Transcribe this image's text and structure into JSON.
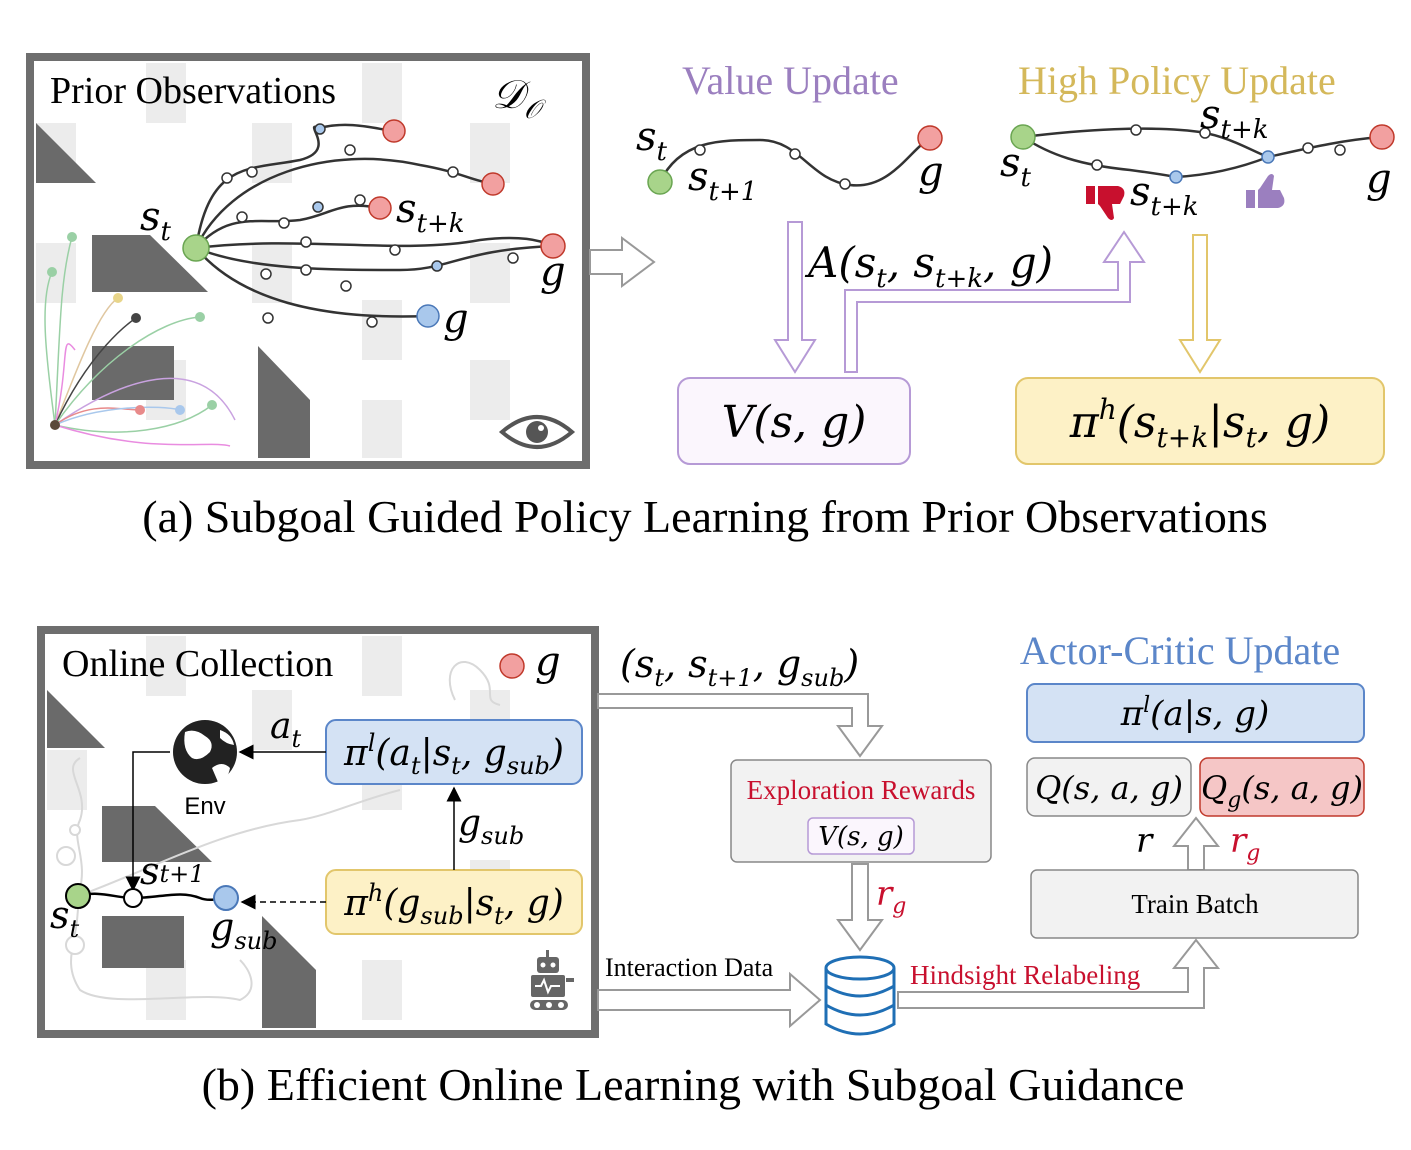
{
  "panel_a": {
    "map_title": "Prior Observations",
    "dataset_label": "𝒟",
    "dataset_sub": "𝒪",
    "eye_icon": "eye-icon",
    "st": "s",
    "st_sub": "t",
    "stk": "s",
    "stk_sub": "t+k",
    "g1": "g",
    "g2": "g",
    "value_title": "Value Update",
    "value_st": "s",
    "value_st_sub": "t",
    "value_st1": "s",
    "value_st1_sub": "t+1",
    "value_g": "g",
    "high_title": "High Policy Update",
    "high_st": "s",
    "high_st_sub": "t",
    "high_stk_top": "s",
    "high_stk_top_sub": "t+k",
    "high_stk_bot": "s",
    "high_stk_bot_sub": "t+k",
    "high_g": "g",
    "thumb_down_icon": "thumbs-down-icon",
    "thumb_up_icon": "thumbs-up-icon",
    "advantage": "A(s_t, s_{t+k}, g)",
    "value_box": "V(s, g)",
    "policy_box": "π^h(s_{t+k}|s_t, g)",
    "caption": "(a) Subgoal Guided Policy Learning from Prior Observations"
  },
  "panel_b": {
    "map_title": "Online Collection",
    "goal": "g",
    "env_label": "Env",
    "globe_icon": "globe-icon",
    "robot_icon": "robot-icon",
    "database_icon": "database-icon",
    "a_t": "a",
    "a_t_sub": "t",
    "low_policy": "π^l(a_t|s_t, g_sub)",
    "g_sub_label": "g",
    "g_sub_label_sub": "sub",
    "high_policy": "π^h(g_sub|s_t, g)",
    "st": "s",
    "st_sub": "t",
    "st1": "s",
    "st1_sub": "t+1",
    "gsub": "g",
    "gsub_sub": "sub",
    "tuple": "(s_t, s_{t+1}, g_sub)",
    "exploration": "Exploration Rewards",
    "exploration_value": "V(s, g)",
    "rg": "r",
    "rg_sub": "g",
    "interaction": "Interaction Data",
    "hindsight": "Hindsight Relabeling",
    "ac_title": "Actor-Critic Update",
    "actor_box": "π^l(a|s, g)",
    "q_box": "Q(s, a, g)",
    "qg_box": "Q_g(s, a, g)",
    "r": "r",
    "rg2": "r",
    "rg2_sub": "g",
    "train_batch": "Train Batch",
    "caption": "(b) Efficient Online Learning with Subgoal Guidance"
  },
  "colors": {
    "purple": "#9b7fbf",
    "gold": "#d4b85a",
    "blue": "#5b86c9",
    "red": "#c8102e",
    "green_node": "#a8d48a",
    "red_node": "#f2a0a0",
    "blue_node": "#a9c8ec"
  }
}
